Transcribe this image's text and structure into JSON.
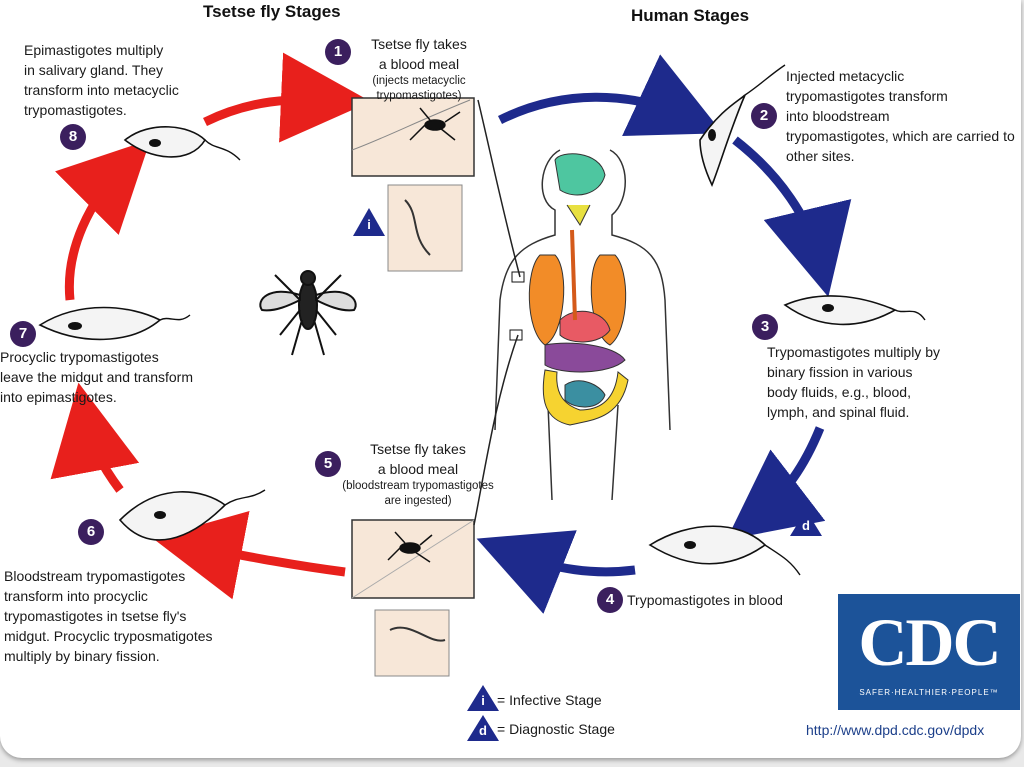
{
  "headers": {
    "fly": "Tsetse fly Stages",
    "human": "Human Stages"
  },
  "steps": [
    {
      "num": "1",
      "line1": "Tsetse fly takes",
      "line2": "a blood meal",
      "note": "(injects metacyclic trypomastigotes)"
    },
    {
      "num": "2",
      "line1": "Injected metacyclic",
      "line2": "trypomastigotes transform",
      "line3": "into bloodstream",
      "line4": "trypomastigotes, which are carried to other sites."
    },
    {
      "num": "3",
      "line1": "Trypomastigotes multiply by",
      "line2": "binary fission in various",
      "line3": "body fluids, e.g., blood,",
      "line4": "lymph, and spinal fluid."
    },
    {
      "num": "4",
      "line1": "Trypomastigotes in blood"
    },
    {
      "num": "5",
      "line1": "Tsetse fly takes",
      "line2": "a blood meal",
      "note1": "(bloodstream trypomastigotes",
      "note2": "are ingested)"
    },
    {
      "num": "6",
      "line1": "Bloodstream trypomastigotes",
      "line2": "transform into procyclic",
      "line3": "trypomastigotes in tsetse fly's",
      "line4": "midgut. Procyclic tryposmatigotes",
      "line5": "multiply by binary fission."
    },
    {
      "num": "7",
      "line1": "Procyclic trypomastigotes",
      "line2": "leave the midgut and transform",
      "line3": "into epimastigotes."
    },
    {
      "num": "8",
      "line1": "Epimastigotes multiply",
      "line2": "in salivary gland. They",
      "line3": "transform into metacyclic",
      "line4": "trypomastigotes."
    }
  ],
  "markers": {
    "infective_letter": "i",
    "diagnostic_letter": "d"
  },
  "legend": {
    "infective": "= Infective Stage",
    "diagnostic": "= Diagnostic Stage"
  },
  "logo": {
    "text": "CDC",
    "tagline": "SAFER·HEALTHIER·PEOPLE™",
    "url": "http://www.dpd.cdc.gov/dpdx"
  },
  "colors": {
    "fly_arrows": "#e8201c",
    "human_arrows": "#1e2a8c",
    "badge": "#3b1f5e",
    "cdc_blue": "#1c5399"
  }
}
